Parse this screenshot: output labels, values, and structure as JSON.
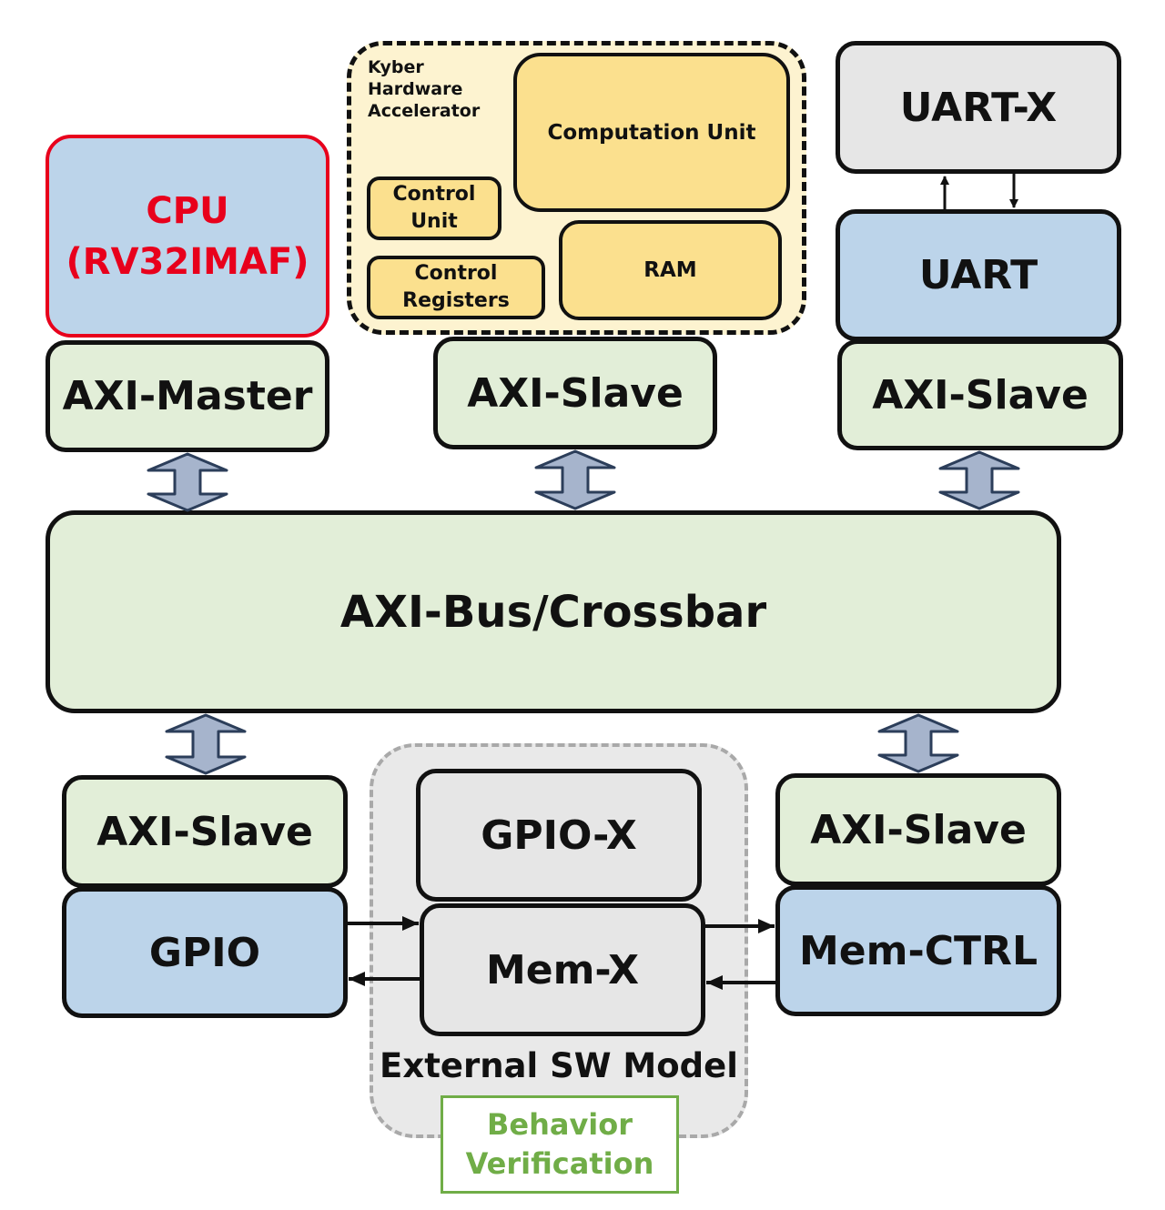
{
  "kyber": {
    "title": "Kyber\nHardware\nAccelerator"
  },
  "cpu": {
    "label": "CPU\n(RV32IMAF)"
  },
  "axi_master": {
    "label": "AXI-Master"
  },
  "computation_unit": {
    "label": "Computation Unit"
  },
  "control_unit": {
    "label": "Control\nUnit"
  },
  "control_registers": {
    "label": "Control\nRegisters"
  },
  "ram": {
    "label": "RAM"
  },
  "axi_slave_kyber": {
    "label": "AXI-Slave"
  },
  "uart_x": {
    "label": "UART-X"
  },
  "uart": {
    "label": "UART"
  },
  "axi_slave_uart": {
    "label": "AXI-Slave"
  },
  "bus": {
    "label": "AXI-Bus/Crossbar"
  },
  "axi_slave_gpio": {
    "label": "AXI-Slave"
  },
  "gpio": {
    "label": "GPIO"
  },
  "gpio_x": {
    "label": "GPIO-X"
  },
  "mem_x": {
    "label": "Mem-X"
  },
  "axi_slave_mem": {
    "label": "AXI-Slave"
  },
  "mem_ctrl": {
    "label": "Mem-CTRL"
  },
  "external": {
    "title": "External SW Model"
  },
  "behavior": {
    "label": "Behavior\nVerification"
  },
  "colors": {
    "cpu_border": "#e8001c",
    "green_fill": "#e2eed8",
    "blue_fill": "#bcd4ea",
    "gray_fill": "#e6e6e6",
    "yellow_fill": "#fbe08e",
    "arrow_fill": "#a6b4cc",
    "behavior_green": "#70ad47"
  }
}
